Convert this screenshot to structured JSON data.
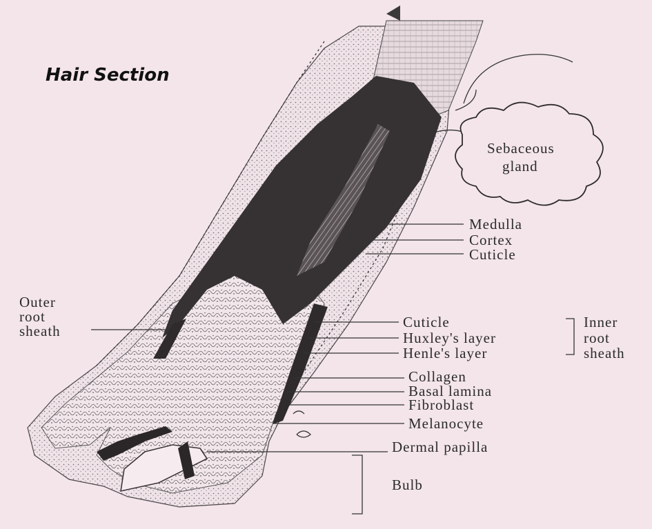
{
  "title": "Hair Section",
  "labels": {
    "sebaceous_line1": "Sebaceous",
    "sebaceous_line2": "gland",
    "medulla": "Medulla",
    "cortex": "Cortex",
    "cuticle_outer": "Cuticle",
    "outer_root_line1": "Outer",
    "outer_root_line2": "root",
    "outer_root_line3": "sheath",
    "cuticle_inner": "Cuticle",
    "huxley": "Huxley's layer",
    "henle": "Henle's layer",
    "inner_root_line1": "Inner",
    "inner_root_line2": "root",
    "inner_root_line3": "sheath",
    "collagen": "Collagen",
    "basal_lamina": "Basal lamina",
    "fibroblast": "Fibroblast",
    "melanocyte": "Melanocyte",
    "dermal_papilla": "Dermal  papilla",
    "bulb": "Bulb"
  },
  "colors": {
    "background": "#f3e5ea",
    "ink": "#2b2b2b",
    "dark_fill": "#3a3a3a",
    "stipple": "#8a8388"
  }
}
